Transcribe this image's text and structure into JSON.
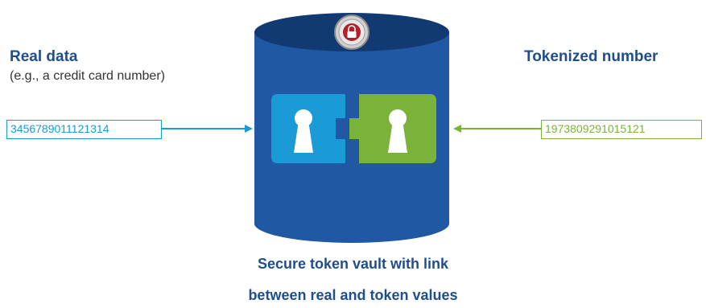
{
  "left": {
    "title": "Real data",
    "subtitle": "(e.g., a credit card number)",
    "value": "3456789011121314"
  },
  "right": {
    "title": "Tokenized number",
    "value": "1973809291015121"
  },
  "caption": {
    "line1": "Secure token vault with link",
    "line2": "between real and token values"
  },
  "colors": {
    "vault_body": "#2058a3",
    "vault_top": "#123a72",
    "real": "#1a9ad6",
    "token": "#7bb23a",
    "title": "#1f4e8c"
  },
  "icons": {
    "vault": "database-cylinder-icon",
    "lock": "padlock-dial-icon",
    "left_keyhole": "keyhole-puzzle-piece-icon",
    "right_keyhole": "keyhole-puzzle-piece-icon"
  }
}
